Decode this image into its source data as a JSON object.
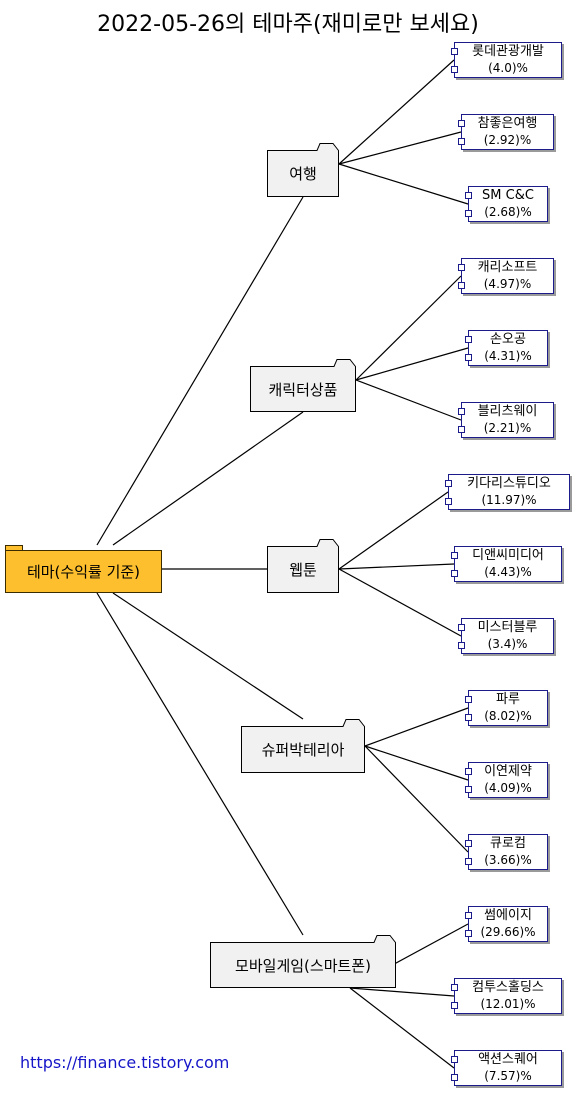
{
  "title": "2022-05-26의 테마주(재미로만 보세요)",
  "root": {
    "label": "테마(수익률 기준)"
  },
  "themes": [
    {
      "label": "여행",
      "stocks": [
        {
          "name": "롯데관광개발",
          "pct": "(4.0)%"
        },
        {
          "name": "참좋은여행",
          "pct": "(2.92)%"
        },
        {
          "name": "SM C&C",
          "pct": "(2.68)%"
        }
      ]
    },
    {
      "label": "캐릭터상품",
      "stocks": [
        {
          "name": "캐리소프트",
          "pct": "(4.97)%"
        },
        {
          "name": "손오공",
          "pct": "(4.31)%"
        },
        {
          "name": "블리츠웨이",
          "pct": "(2.21)%"
        }
      ]
    },
    {
      "label": "웹툰",
      "stocks": [
        {
          "name": "키다리스튜디오",
          "pct": "(11.97)%"
        },
        {
          "name": "디앤씨미디어",
          "pct": "(4.43)%"
        },
        {
          "name": "미스터블루",
          "pct": "(3.4)%"
        }
      ]
    },
    {
      "label": "슈퍼박테리아",
      "stocks": [
        {
          "name": "파루",
          "pct": "(8.02)%"
        },
        {
          "name": "이연제약",
          "pct": "(4.09)%"
        },
        {
          "name": "큐로컴",
          "pct": "(3.66)%"
        }
      ]
    },
    {
      "label": "모바일게임(스마트폰)",
      "stocks": [
        {
          "name": "썸에이지",
          "pct": "(29.66)%"
        },
        {
          "name": "컴투스홀딩스",
          "pct": "(12.01)%"
        },
        {
          "name": "액션스퀘어",
          "pct": "(7.57)%"
        }
      ]
    }
  ],
  "footer": {
    "link": "https://finance.tistory.com"
  },
  "colors": {
    "root_fill": "#FDBF2D",
    "theme_fill": "#F1F1F1",
    "stock_border": "#1B1B8B",
    "link": "#1616C8"
  }
}
